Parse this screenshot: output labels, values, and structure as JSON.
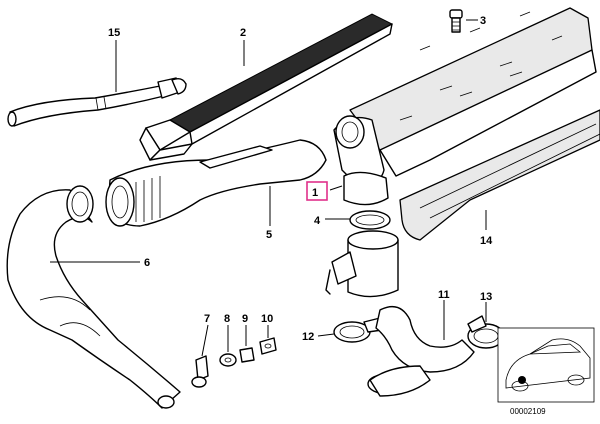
{
  "callouts": [
    {
      "id": "1",
      "label": "1"
    },
    {
      "id": "2",
      "label": "2"
    },
    {
      "id": "3",
      "label": "3"
    },
    {
      "id": "4",
      "label": "4"
    },
    {
      "id": "5",
      "label": "5"
    },
    {
      "id": "6",
      "label": "6"
    },
    {
      "id": "7",
      "label": "7"
    },
    {
      "id": "8",
      "label": "8"
    },
    {
      "id": "9",
      "label": "9"
    },
    {
      "id": "10",
      "label": "10"
    },
    {
      "id": "11",
      "label": "11"
    },
    {
      "id": "12",
      "label": "12"
    },
    {
      "id": "13",
      "label": "13"
    },
    {
      "id": "14",
      "label": "14"
    },
    {
      "id": "15",
      "label": "15"
    }
  ],
  "highlight": {
    "callout": "1",
    "color": "#e0308a"
  },
  "reference_number": "00002109"
}
